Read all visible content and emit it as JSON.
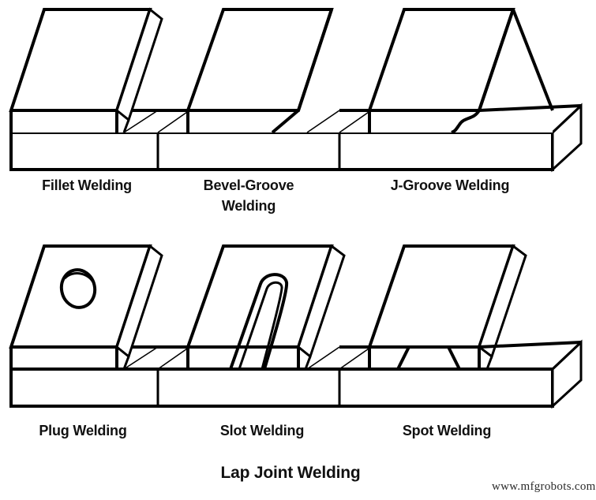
{
  "figure": {
    "title": "Lap Joint Welding",
    "watermark": "www.mfgrobots.com",
    "background_color": "#ffffff",
    "line_color": "#000000",
    "face_color": "#ffffff"
  },
  "rows": [
    {
      "name": "upper-row",
      "labels": [
        {
          "id": "fillet",
          "text": "Fillet Welding"
        },
        {
          "id": "bevel-groove",
          "text": "Bevel-Groove\nWelding"
        },
        {
          "id": "j-groove",
          "text": "J-Groove Welding"
        }
      ]
    },
    {
      "name": "lower-row",
      "labels": [
        {
          "id": "plug",
          "text": "Plug Welding"
        },
        {
          "id": "slot",
          "text": "Slot Welding"
        },
        {
          "id": "spot",
          "text": "Spot Welding"
        }
      ]
    }
  ],
  "chart_data": {
    "type": "diagram",
    "title": "Lap Joint Welding",
    "subject": "Six lap joint weld types shown as isometric 3D plate assemblies",
    "rows": 2,
    "columns": 3,
    "items": [
      {
        "name": "Fillet Welding",
        "row": 1,
        "column": 1,
        "weld_profile": "straight vertical fillet at plate edge"
      },
      {
        "name": "Bevel-Groove Welding",
        "row": 1,
        "column": 2,
        "weld_profile": "single straight bevel slanted groove"
      },
      {
        "name": "J-Groove Welding",
        "row": 1,
        "column": 3,
        "weld_profile": "curved J shaped groove"
      },
      {
        "name": "Plug Welding",
        "row": 2,
        "column": 1,
        "weld_profile": "circular hole through top plate"
      },
      {
        "name": "Slot Welding",
        "row": 2,
        "column": 2,
        "weld_profile": "elongated U shaped slot through top plate"
      },
      {
        "name": "Spot Welding",
        "row": 2,
        "column": 3,
        "weld_profile": "trapezoidal spot nugget between plates"
      }
    ]
  }
}
